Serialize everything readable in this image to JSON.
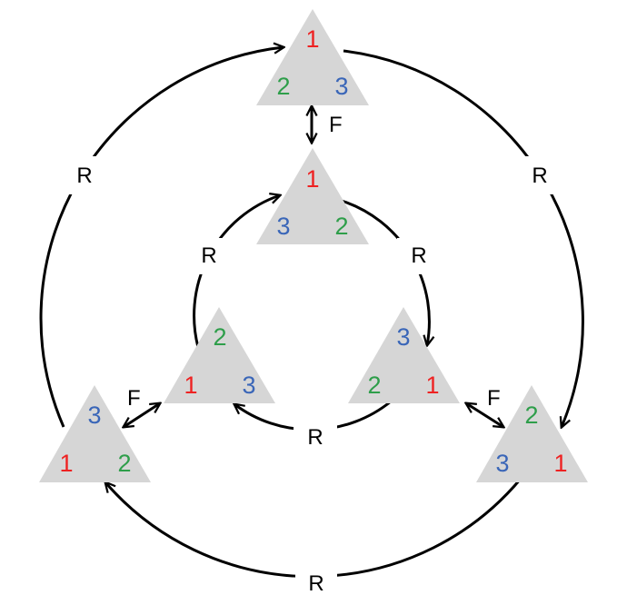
{
  "colors": {
    "1": "#ee2222",
    "2": "#2e9e4a",
    "3": "#3a66b8",
    "triangle": "#d6d6d6",
    "arrow": "#000000"
  },
  "triangles": {
    "outer_top": {
      "top": "1",
      "left": "2",
      "right": "3"
    },
    "inner_top": {
      "top": "1",
      "left": "3",
      "right": "2"
    },
    "inner_left": {
      "top": "2",
      "left": "1",
      "right": "3"
    },
    "inner_right": {
      "top": "3",
      "left": "2",
      "right": "1"
    },
    "outer_left": {
      "top": "3",
      "left": "1",
      "right": "2"
    },
    "outer_right": {
      "top": "2",
      "left": "3",
      "right": "1"
    }
  },
  "labels": {
    "rotation": "R",
    "flip": "F"
  }
}
